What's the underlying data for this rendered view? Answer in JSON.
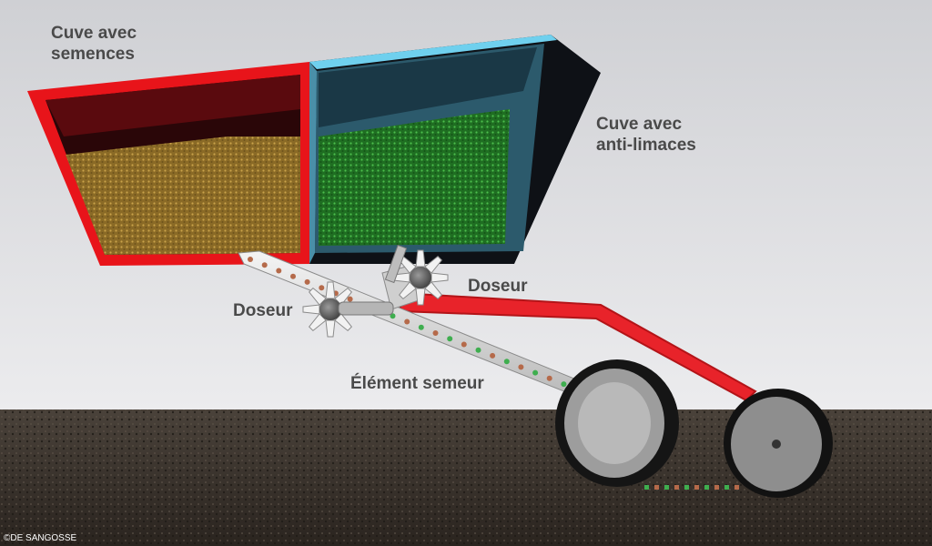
{
  "labels": {
    "seed_tank_line1": "Cuve avec",
    "seed_tank_line2": "semences",
    "slug_tank_line1": "Cuve avec",
    "slug_tank_line2": "anti-limaces",
    "doser_left": "Doseur",
    "doser_right": "Doseur",
    "sowing_element": "Élément semeur"
  },
  "credit": "©DE SANGOSSE",
  "colors": {
    "seed_tank": "#e8141a",
    "slug_tank": "#4a8fa8",
    "seed_fill": "#9c7a2e",
    "slug_fill": "#2e8c2e",
    "frame": "#e8232a",
    "seed_dot": "#b56a4a",
    "slug_dot": "#3fae4f",
    "soil": "#3a332c",
    "wall": "#e6e6e8"
  }
}
